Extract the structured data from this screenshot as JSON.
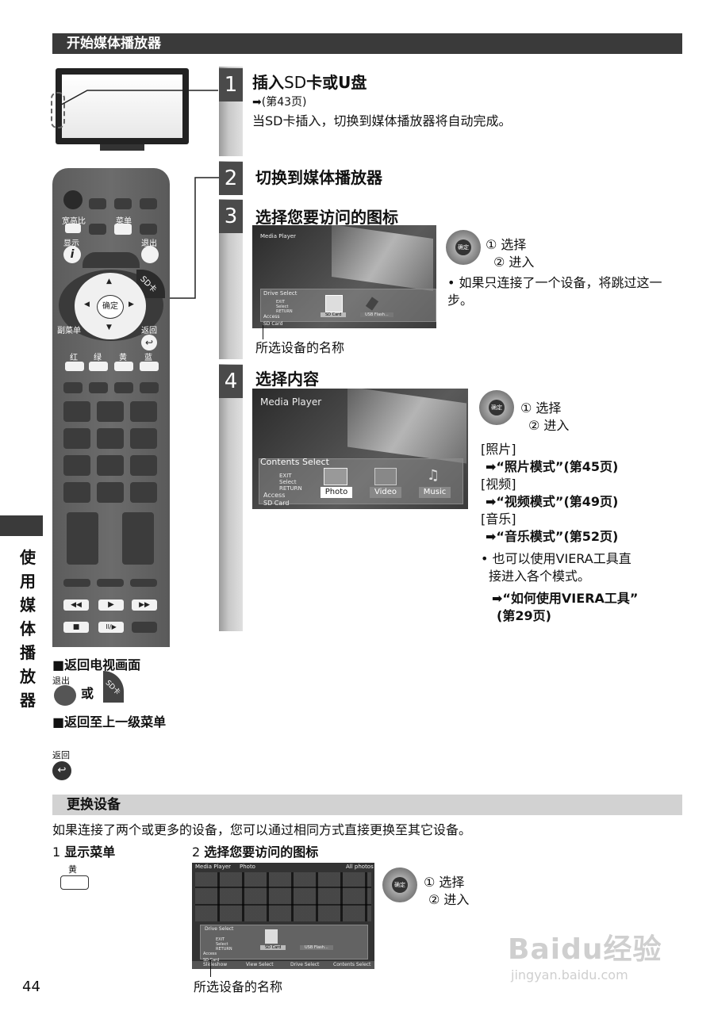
{
  "section1": {
    "title": "开始媒体播放器"
  },
  "step1": {
    "num": "1",
    "title_a": "插入",
    "title_b": "SD",
    "title_c": "卡或",
    "title_d": "U",
    "title_e": "盘",
    "ref": "➡(第43页)",
    "desc": "当SD卡插入，切换到媒体播放器将自动完成。"
  },
  "step2": {
    "num": "2",
    "title": "切换到媒体播放器"
  },
  "step3": {
    "num": "3",
    "title": "选择您要访问的图标",
    "caption": "所选设备的名称",
    "screen": {
      "title": "Media Player",
      "panel_label": "Drive Select",
      "exit": "EXIT",
      "select": "Select",
      "return": "RETURN",
      "access": "Access",
      "device": "SD Card",
      "item1": "SD Card",
      "item2": "USB Flash..."
    },
    "nav": {
      "select": "① 选择",
      "enter": "② 进入",
      "ok": "确定"
    },
    "note": "• 如果只连接了一个设备，将跳过这一步。"
  },
  "step4": {
    "num": "4",
    "title": "选择内容",
    "screen": {
      "title": "Media Player",
      "panel_label": "Contents Select",
      "exit": "EXIT",
      "select": "Select",
      "return": "RETURN",
      "access": "Access",
      "device": "SD Card",
      "tabs": [
        "Photo",
        "Video",
        "Music"
      ]
    },
    "nav": {
      "select": "① 选择",
      "enter": "② 进入",
      "ok": "确定"
    },
    "items": [
      {
        "label": "[照片]",
        "ref_bold": "➡“照片模式”",
        "ref": "(第45页)"
      },
      {
        "label": "[视频]",
        "ref_bold": "➡“视频模式”",
        "ref": "(第49页)"
      },
      {
        "label": "[音乐]",
        "ref_bold": "➡“音乐模式”",
        "ref": "(第52页)"
      }
    ],
    "note1": "• 也可以使用VIERA工具直",
    "note2": "接进入各个模式。",
    "note_ref1": "➡“如何使用VIERA工具”",
    "note_ref2": "(第29页)"
  },
  "remote": {
    "aspect": "宽高比",
    "menu": "菜单",
    "display": "显示",
    "exit": "退出",
    "sd": "SD卡",
    "ok": "确定",
    "submenu": "副菜单",
    "return": "返回",
    "colors": [
      {
        "label": "红"
      },
      {
        "label": "绿"
      },
      {
        "label": "黄"
      },
      {
        "label": "蓝"
      }
    ]
  },
  "sidebar": {
    "chars": [
      "使",
      "用",
      "媒",
      "体",
      "播",
      "放",
      "器"
    ]
  },
  "return_tv": {
    "title": "■返回电视画面",
    "exit_label": "退出",
    "or": "或",
    "sd": "SD卡"
  },
  "return_menu": {
    "title": "■返回至上一级菜单",
    "return_label": "返回"
  },
  "section2": {
    "title": "更换设备",
    "desc": "如果连接了两个或更多的设备，您可以通过相同方式直接更换至其它设备。",
    "step1": {
      "num": "1",
      "title": "显示菜单",
      "yellow": "黄"
    },
    "step2": {
      "num": "2",
      "title": "选择您要访问的图标",
      "caption": "所选设备的名称",
      "screen": {
        "title": "Media Player",
        "mode": "Photo",
        "right": "All photos",
        "panel_label": "Drive Select",
        "exit": "EXIT",
        "select": "Select",
        "return": "RETURN",
        "access": "Access",
        "device": "SD Card",
        "item1": "SD Card",
        "item2": "USB Flash...",
        "bottom": [
          "Slideshow",
          "View Select",
          "Drive Select",
          "Contents Select"
        ]
      }
    },
    "nav": {
      "select": "① 选择",
      "enter": "② 进入",
      "ok": "确定"
    }
  },
  "page": {
    "number": "44"
  },
  "watermark": {
    "text": "Baidu经验",
    "url": "jingyan.baidu.com"
  }
}
